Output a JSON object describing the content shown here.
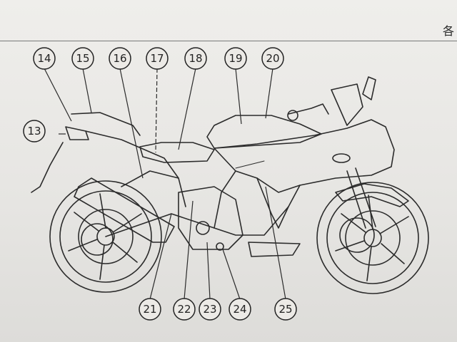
{
  "header": {
    "text": "各"
  },
  "callouts": [
    "13",
    "14",
    "15",
    "16",
    "17",
    "18",
    "19",
    "20",
    "21",
    "22",
    "23",
    "24",
    "25"
  ]
}
